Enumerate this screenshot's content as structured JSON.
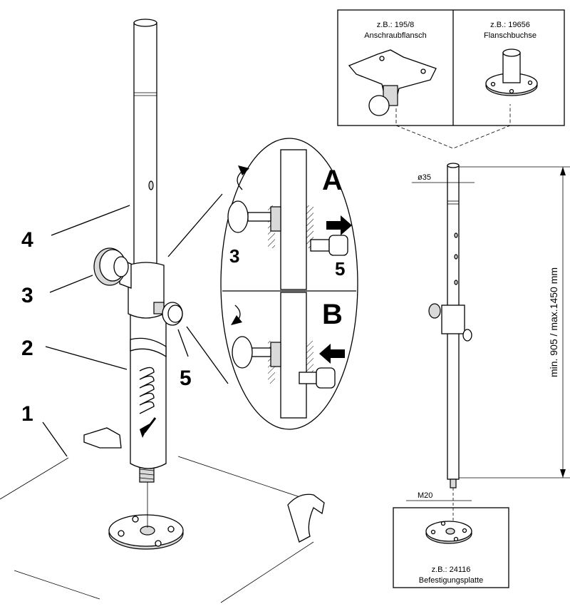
{
  "callouts": {
    "n1": "1",
    "n2": "2",
    "n3": "3",
    "n4": "4",
    "n5": "5"
  },
  "detail": {
    "panel_a": "A",
    "panel_b": "B",
    "a_knob_number": "3",
    "a_pin_number": "5"
  },
  "accessories": {
    "left_code": "z.B.: 195/8",
    "left_name": "Anschraubflansch",
    "right_code": "z.B.: 19656",
    "right_name": "Flanschbuchse"
  },
  "dimensions": {
    "diameter": "ø35",
    "length": "min. 905 / max.1450 mm",
    "thread": "M20"
  },
  "base_plate": {
    "code": "z.B.: 24116",
    "name": "Befestigungsplatte"
  }
}
